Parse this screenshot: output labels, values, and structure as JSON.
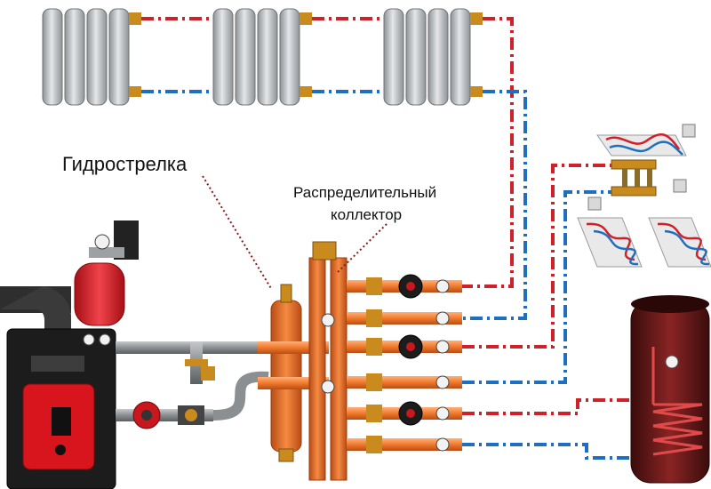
{
  "labels": {
    "hydro": "Гидрострелка",
    "collector_line1": "Распределительный",
    "collector_line2": "коллектор"
  },
  "colors": {
    "supply": "#d0202a",
    "return": "#1f6fc0",
    "pipe_orange": "#f07a2c",
    "pipe_orange_dark": "#c5531a",
    "radiator": "#b9bcbf",
    "boiler_red": "#d8141c",
    "boiler_dark": "#1c1c1c",
    "tank": "#6b1818",
    "pump_red": "#c8181e",
    "grey_pipe": "#8c8f92"
  },
  "icons": {
    "radiator": "radiator-icon",
    "boiler": "gas-boiler-icon",
    "expansion_tank": "expansion-tank-icon",
    "pump": "circulation-pump-icon",
    "gauge": "pressure-gauge-icon",
    "floor_heating": "underfloor-heating-loop-icon",
    "water_heater": "indirect-water-heater-icon"
  }
}
